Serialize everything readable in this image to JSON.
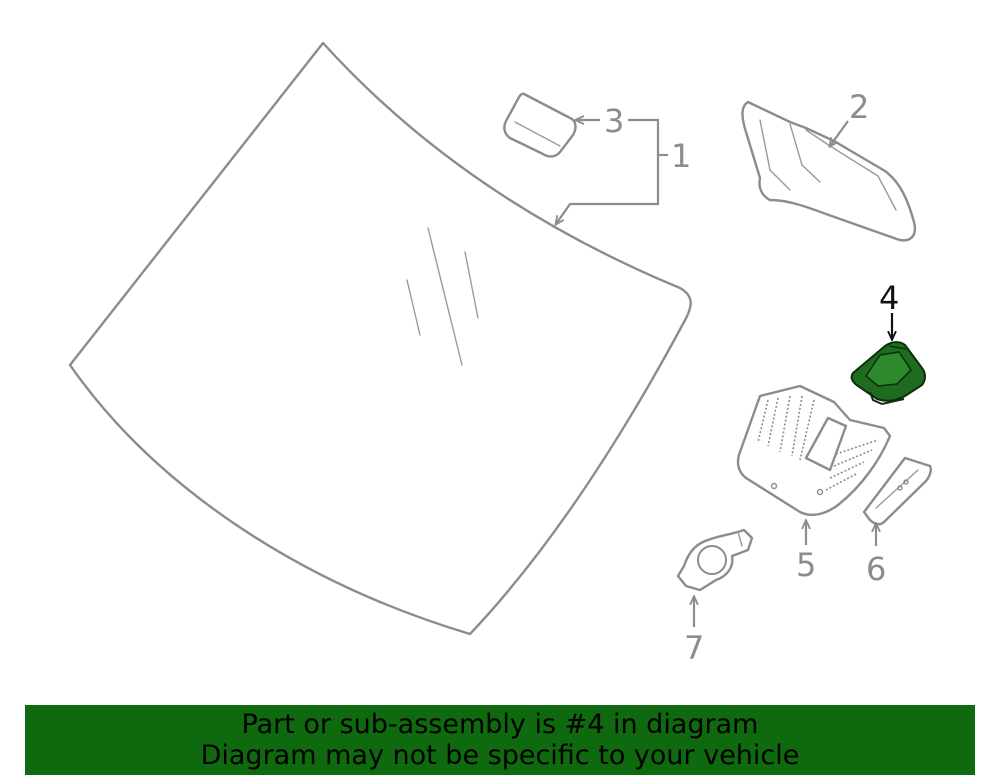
{
  "callouts": {
    "c1": "1",
    "c2": "2",
    "c3": "3",
    "c4": "4",
    "c5": "5",
    "c6": "6",
    "c7": "7"
  },
  "highlight": {
    "part_number": "4",
    "color": "#1f6b1f"
  },
  "banner": {
    "line1": "Part or sub-assembly is #4 in diagram",
    "line2": "Diagram may not be specific to your vehicle",
    "background": "#0f6a0f"
  }
}
